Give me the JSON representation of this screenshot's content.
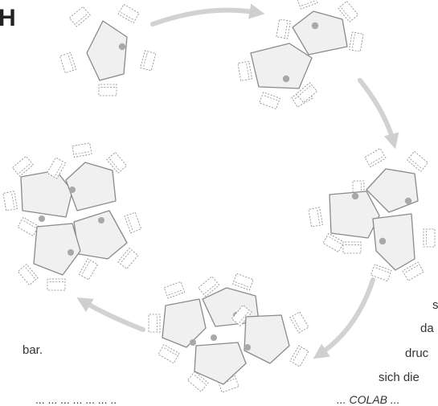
{
  "heading_fragment": "H",
  "left_text_fragment": "bar.",
  "right_text_fragments": [
    "s",
    "da",
    "druc",
    "sich die"
  ],
  "bottom_left_fragment": "... ... ... ... ... ... ..",
  "bottom_right_fragment": "... COLAB ..."
}
